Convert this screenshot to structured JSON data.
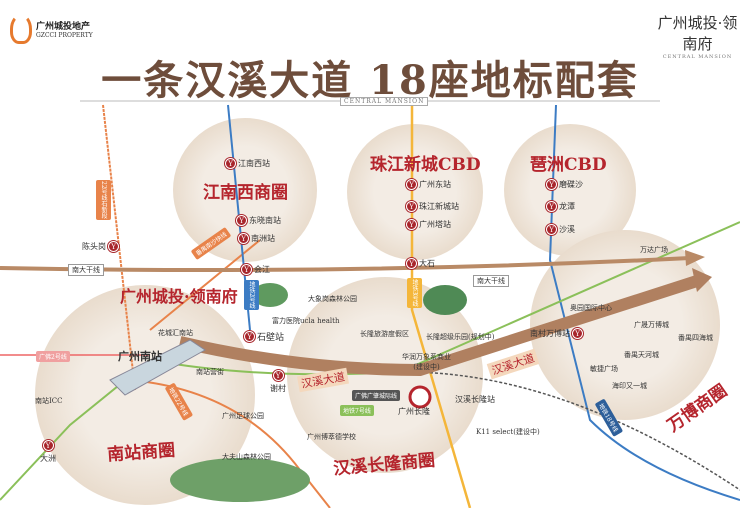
{
  "header": {
    "brand_cn": "广州城投地产",
    "brand_en": "GZCCI PROPERTY",
    "project_logo": "广州城投·领南府",
    "project_en": "CENTRAL MANSION",
    "title": "一条汉溪大道 18座地标配套",
    "subtitle": "CENTRAL MANSION"
  },
  "zones": {
    "jnx": "江南西商圈",
    "zjxc": "珠江新城CBD",
    "pz": "琶洲CBD",
    "nz": "南站商圈",
    "hxcl": "汉溪长隆商圈",
    "wb": "万博商圈"
  },
  "project": "广州城投·领南府",
  "stations": {
    "jnxz": "江南西站",
    "dxn": "东晓南站",
    "nz2": "南洲站",
    "hj": "会江",
    "sbz": "石壁站",
    "xc": "谢村",
    "cty": "陈头岗",
    "dz": "大洲",
    "gzdz": "广州东站",
    "zjxcz": "珠江新城站",
    "gztz": "广州塔站",
    "ds": "大石",
    "mds": "磨碟沙",
    "lt": "龙潭",
    "sx": "沙溪",
    "ncwb": "南村万博站",
    "gzcl": "广州长隆",
    "hxcl": "汉溪长隆站",
    "gznz": "广州南站"
  },
  "landmarks": {
    "dxg": "大象岗森林公园",
    "flyy": "富力医院ucla health",
    "clly": "长隆旅游度假区",
    "clcj": "长隆超级乐园(规划中)",
    "hrwx": "华润万象系商业\n(建设中)",
    "k11": "K11 select(建设中)",
    "hcjn": "花城汇南站",
    "nzgj": "南站营街",
    "nzicc": "南站ICC",
    "zqgy": "广州足球公园",
    "bcd": "广州博萃德学校",
    "dfs": "大夫山森林公园",
    "wd": "万达广场",
    "agic": "奥园国际中心",
    "gswb": "广晟万博城",
    "pysh": "番禺四海城",
    "pyth": "番禺天河城",
    "jjgc": "敏捷广场",
    "hyyc": "海印又一城"
  },
  "roads": {
    "ndgx1": "南大干线",
    "ndgx2": "南大干线",
    "hxdd1": "汉溪大道",
    "hxdd2": "汉溪大道"
  },
  "lines": {
    "l22n": "22号线石新段",
    "l2": "地铁2号线",
    "l3": "地铁3号线",
    "l7": "地铁7号线",
    "gf2": "广佛2号线",
    "gzcj": "广佛广肇城际线",
    "l22": "地铁22号线",
    "l18": "地铁18号线",
    "kx": "番禺南沙快线"
  },
  "colors": {
    "zone": "#b5252d",
    "title": "#6e4d3b",
    "road": "#b98a66",
    "orange": "#e8834a",
    "blue": "#3c7cc4",
    "yellow": "#f4b63a",
    "green": "#8bc05a"
  }
}
